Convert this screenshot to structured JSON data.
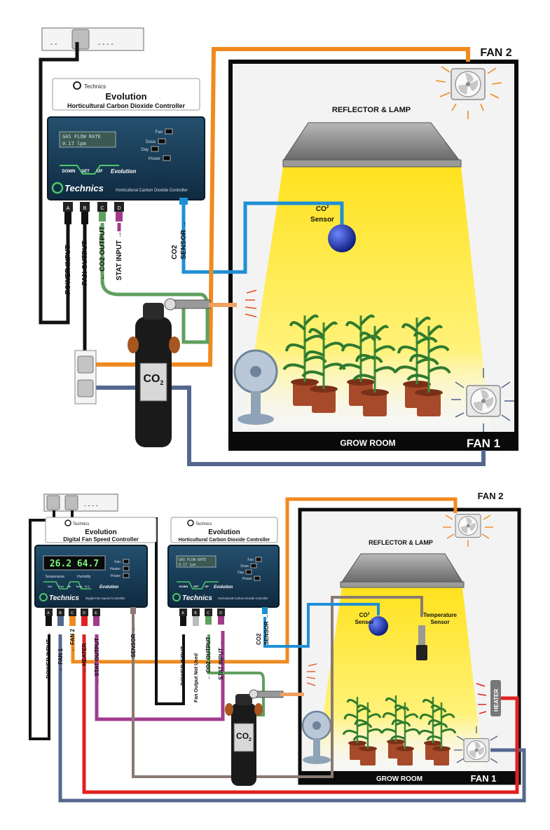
{
  "colors": {
    "power_cable": "#111111",
    "fan2_cable": "#f08a1e",
    "fan1_cable": "#54688f",
    "co2_tube": "#5fa05f",
    "stat_cable": "#a13c8c",
    "sensor_cable": "#1e8fd6",
    "temp_sensor_cable": "#8a7a72",
    "heater_cable": "#e02020",
    "room_bg": "#f3f3f3",
    "room_border": "#0a0a0a",
    "controller": "#173a55",
    "light": "#ffe94a",
    "pot": "#a64a2a",
    "leaf": "#2f7a2f"
  },
  "top": {
    "brand": "Technics",
    "controller_title": "Evolution",
    "controller_subtitle": "Horticultural Carbon Dioxide Controller",
    "lcd_line1": "GAS FLOW RATE",
    "lcd_line2": "0.17 lpm",
    "leds": [
      "Fan",
      "Dose",
      "Day",
      "Power"
    ],
    "buttons": [
      "DOWN",
      "SET",
      "UP"
    ],
    "evolution_label": "Evolution",
    "logo_text": "Technics",
    "panel_caption": "Horticultural Carbon Dioxide Controller",
    "ports": [
      "A",
      "B",
      "C",
      "D"
    ],
    "port_labels": {
      "power_input": "POWER INPUT",
      "fan_output": "FAN OUTPUT",
      "co2_output": "CO2 OUTPUT",
      "stat_input": "STAT INPUT",
      "co2_sensor_1": "CO2",
      "co2_sensor_2": "SENSOR"
    },
    "fan2": "FAN 2",
    "fan1": "FAN 1",
    "reflector": "REFLECTOR & LAMP",
    "co2_sensor_1": "CO",
    "co2_sensor_sup": "2",
    "co2_sensor_2": "Sensor",
    "grow_room": "GROW ROOM",
    "cylinder": "CO"
  },
  "bottom": {
    "fan_ctrl_brand": "Technics",
    "fan_ctrl_title": "Evolution",
    "fan_ctrl_subtitle": "Digital Fan Speed Controller",
    "fan_lcd": "26.2  64.7",
    "fan_leds": [
      "Fan",
      "Heater",
      "Power"
    ],
    "fan_sub_labels": [
      "Temperature",
      "Humidity"
    ],
    "fan_buttons": [
      "Set",
      "Fan",
      "Htr",
      "Temp",
      "R.S."
    ],
    "fan_evolution": "Evolution",
    "fan_logo": "Technics",
    "fan_caption": "Digital Fan Speed Controller",
    "fan_ports": [
      "A",
      "B",
      "C",
      "D",
      "E"
    ],
    "fan_port_labels": {
      "power_input": "POWER INPUT",
      "fan1": "FAN 1",
      "fan2": "FAN 2",
      "heater": "HEATER",
      "stat_output": "STAT OUTPUT",
      "sensor": "SENSOR"
    },
    "co2_ctrl_brand": "Technics",
    "co2_ctrl_title": "Evolution",
    "co2_ctrl_subtitle": "Horticultural Carbon Dioxide Controller",
    "co2_lcd_line1": "GAS FLOW RATE",
    "co2_lcd_line2": "0.17 lpm",
    "co2_leds": [
      "Fan",
      "Dose",
      "Day",
      "Power"
    ],
    "co2_buttons": [
      "DOWN",
      "SET",
      "UP"
    ],
    "co2_evolution": "Evolution",
    "co2_logo": "Technics",
    "co2_caption": "Horticultural Carbon Dioxide Controller",
    "co2_ports": [
      "A",
      "B",
      "C",
      "D"
    ],
    "co2_port_labels": {
      "power_input": "POWER INPUT",
      "fan_output": "Fan Output Not Used",
      "co2_output": "CO2 OUTPUT",
      "stat_input": "STAT INPUT",
      "co2_sensor_1": "CO2",
      "co2_sensor_2": "SENSOR"
    },
    "fan2": "FAN 2",
    "fan1": "FAN 1",
    "reflector": "REFLECTOR & LAMP",
    "co2_sensor_1": "CO",
    "co2_sensor_sup": "2",
    "co2_sensor_2": "Sensor",
    "temp_sensor_1": "Temperature",
    "temp_sensor_2": "Sensor",
    "heater": "HEATER",
    "grow_room": "GROW ROOM",
    "cylinder": "CO"
  }
}
